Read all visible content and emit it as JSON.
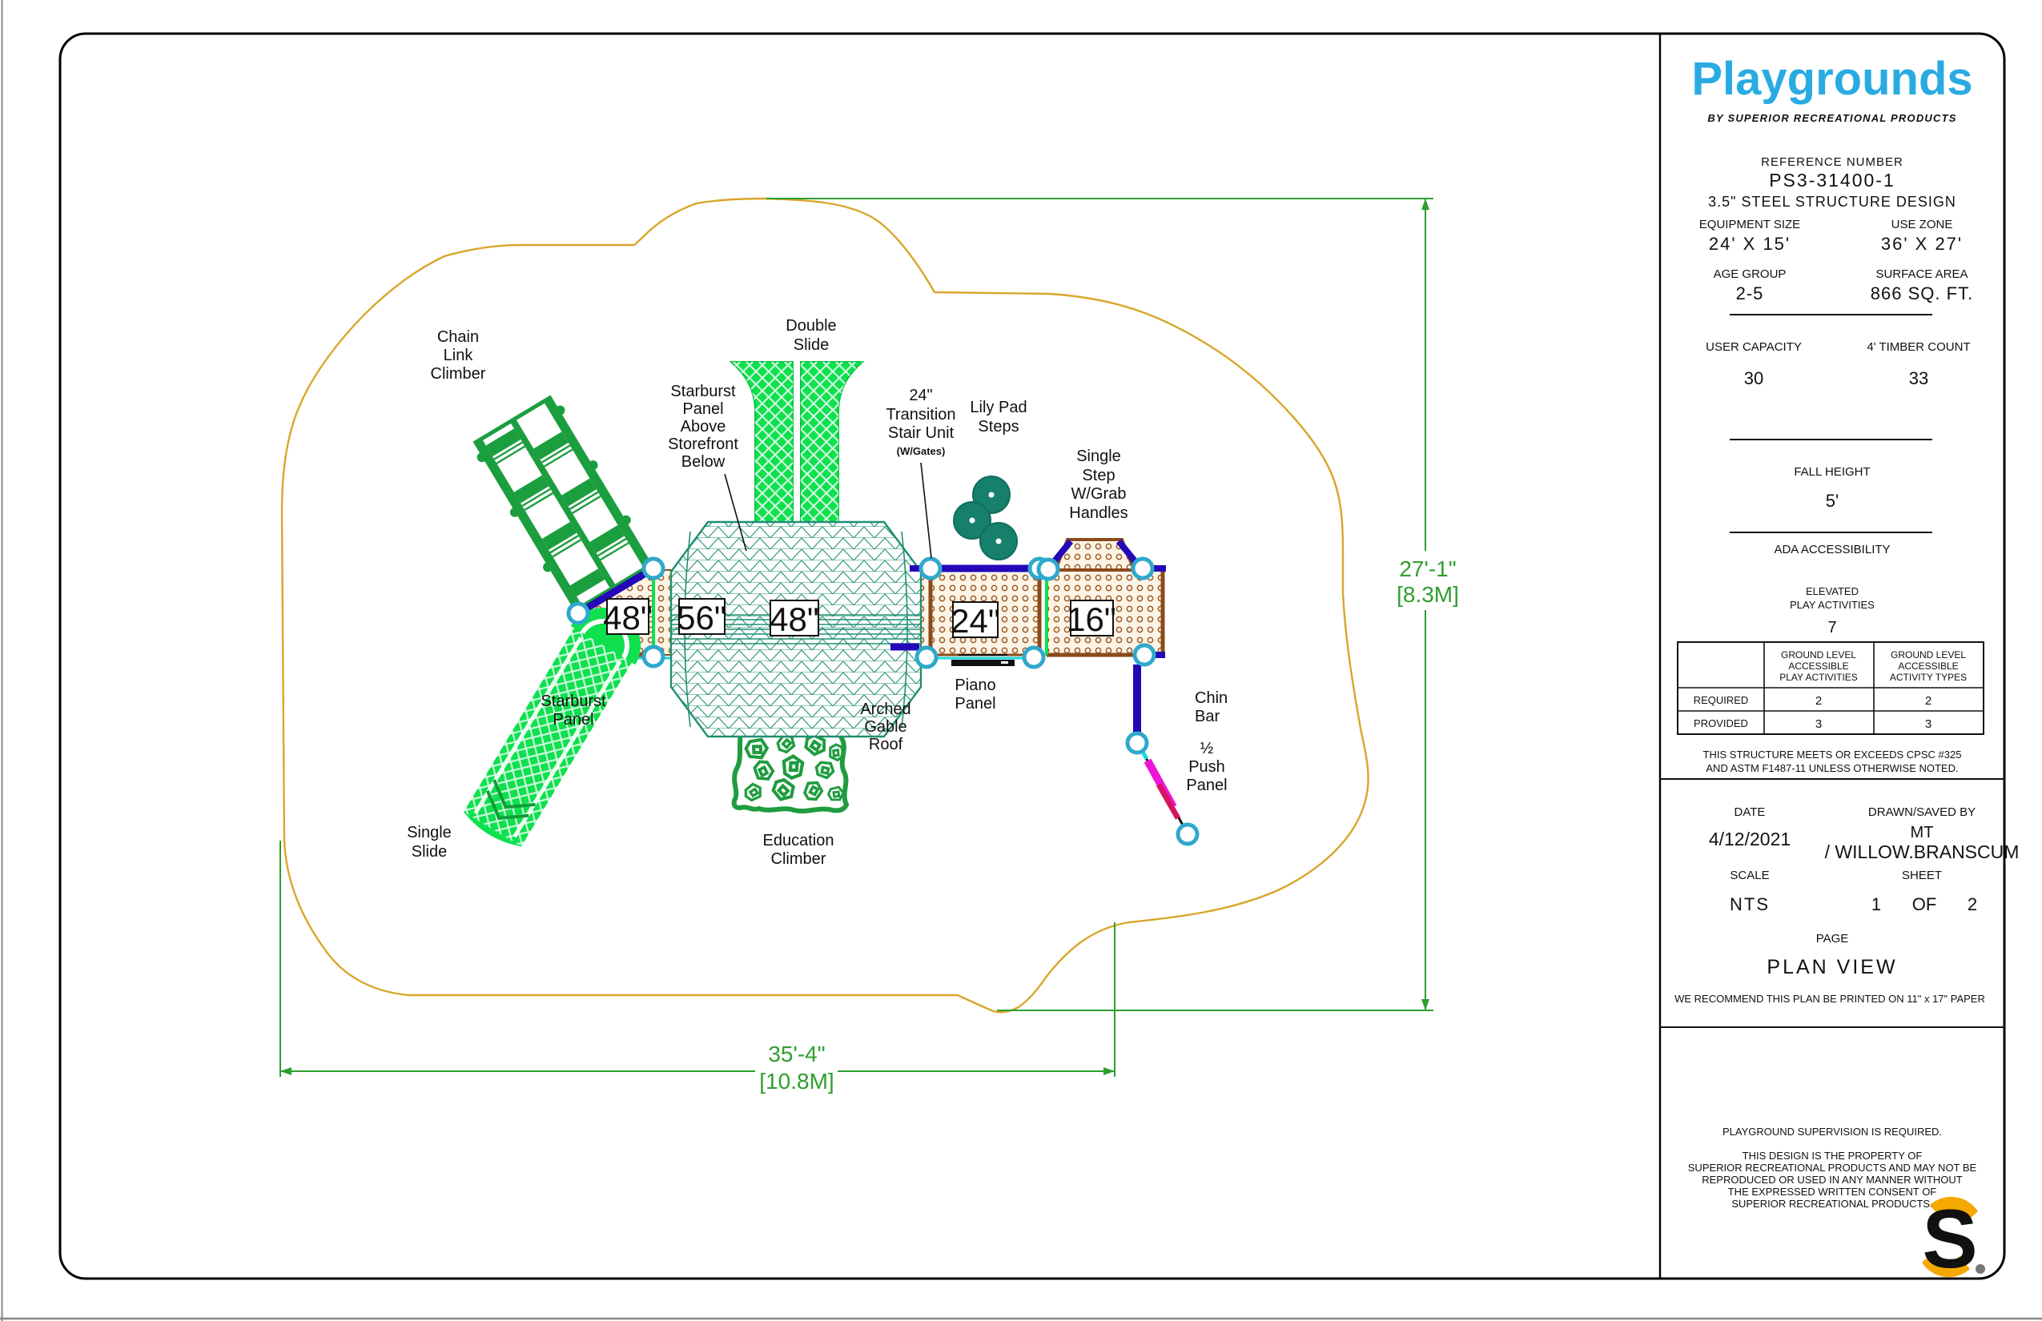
{
  "colors": {
    "logo_blue": "#29abe2",
    "dim_green": "#2f9e2f",
    "use_zone_yellow": "#d9a62a",
    "slide_green": "#0ee04e",
    "climber_green": "#1b9e3e",
    "roof_teal": "#1f8f72",
    "deck_brown": "#8a4a1a",
    "stipple_brown": "#a05a1e",
    "connector_blue": "#2408b8",
    "post_cyan": "#2fa8cc",
    "line_cyan": "#19d9e0",
    "push_magenta": "#ee16d4",
    "push_crimson": "#d6145f",
    "lily_teal": "#17806c",
    "s_logo_yellow": "#f5a900"
  },
  "logo": {
    "title": "Playgrounds",
    "subtitle": "BY SUPERIOR RECREATIONAL PRODUCTS"
  },
  "title_block": {
    "reference_number_label": "REFERENCE NUMBER",
    "reference_number": "PS3-31400-1",
    "design": "3.5\" STEEL STRUCTURE DESIGN",
    "equipment_size_label": "EQUIPMENT SIZE",
    "equipment_size": "24' X 15'",
    "use_zone_label": "USE ZONE",
    "use_zone": "36' X 27'",
    "age_group_label": "AGE GROUP",
    "age_group": "2-5",
    "surface_area_label": "SURFACE AREA",
    "surface_area": "866 SQ. FT.",
    "user_capacity_label": "USER CAPACITY",
    "user_capacity": "30",
    "timber_count_label": "4' TIMBER COUNT",
    "timber_count": "33",
    "fall_height_label": "FALL HEIGHT",
    "fall_height": "5'",
    "ada_label": "ADA ACCESSIBILITY",
    "elevated_label_1": "ELEVATED",
    "elevated_label_2": "PLAY ACTIVITIES",
    "elevated_value": "7",
    "table": {
      "col2_line1": "GROUND LEVEL",
      "col2_line2": "ACCESSIBLE",
      "col2_line3": "PLAY ACTIVITIES",
      "col3_line1": "GROUND LEVEL",
      "col3_line2": "ACCESSIBLE",
      "col3_line3": "ACTIVITY TYPES",
      "row1_label": "REQUIRED",
      "row1_v1": "2",
      "row1_v2": "2",
      "row2_label": "PROVIDED",
      "row2_v1": "3",
      "row2_v2": "3"
    },
    "note_line1": "THIS STRUCTURE MEETS OR EXCEEDS CPSC #325",
    "note_line2": "AND ASTM F1487-11 UNLESS OTHERWISE NOTED.",
    "date_label": "DATE",
    "date": "4/12/2021",
    "drawn_by_label": "DRAWN/SAVED BY",
    "drawn_by_1": "MT",
    "drawn_by_2": "/ WILLOW.BRANSCUM",
    "scale_label": "SCALE",
    "scale": "NTS",
    "sheet_label": "SHEET",
    "sheet_num": "1",
    "sheet_of": "OF",
    "sheet_total": "2",
    "page_label": "PAGE",
    "page": "PLAN VIEW",
    "print_note": "WE RECOMMEND THIS PLAN BE PRINTED ON 11\" x 17\" PAPER",
    "supervision": "PLAYGROUND SUPERVISION IS REQUIRED.",
    "property_lines": [
      "THIS DESIGN IS THE PROPERTY OF",
      "SUPERIOR RECREATIONAL PRODUCTS AND MAY NOT BE",
      "REPRODUCED OR USED IN ANY MANNER WITHOUT",
      "THE EXPRESSED WRITTEN CONSENT OF",
      "SUPERIOR RECREATIONAL PRODUCTS."
    ],
    "s_logo": "S"
  },
  "drawing": {
    "labels": {
      "chain": [
        "Chain",
        "Link",
        "Climber"
      ],
      "starburst_above": [
        "Starburst",
        "Panel",
        "Above",
        "Storefront",
        "Below"
      ],
      "double_slide": [
        "Double",
        "Slide"
      ],
      "transition": [
        "24\"",
        "Transition",
        "Stair Unit",
        "(W/Gates)"
      ],
      "lily": [
        "Lily Pad",
        "Steps"
      ],
      "single_step": [
        "Single",
        "Step",
        "W/Grab",
        "Handles"
      ],
      "single_slide": [
        "Single",
        "Slide"
      ],
      "starburst_panel": [
        "Starburst",
        "Panel"
      ],
      "education": [
        "Education",
        "Climber"
      ],
      "arched_roof": [
        "Arched",
        "Gable",
        "Roof"
      ],
      "chin_bar": [
        "Chin",
        "Bar"
      ],
      "push_panel": [
        "½",
        "Push",
        "Panel"
      ],
      "piano_panel": [
        "Piano",
        "Panel"
      ]
    },
    "decks": [
      "48\"",
      "56\"",
      "48\"",
      "24\"",
      "16\""
    ],
    "dims": {
      "height_ft": "27'-1\"",
      "height_m": "[8.3M]",
      "width_ft": "35'-4\"",
      "width_m": "[10.8M]"
    }
  }
}
